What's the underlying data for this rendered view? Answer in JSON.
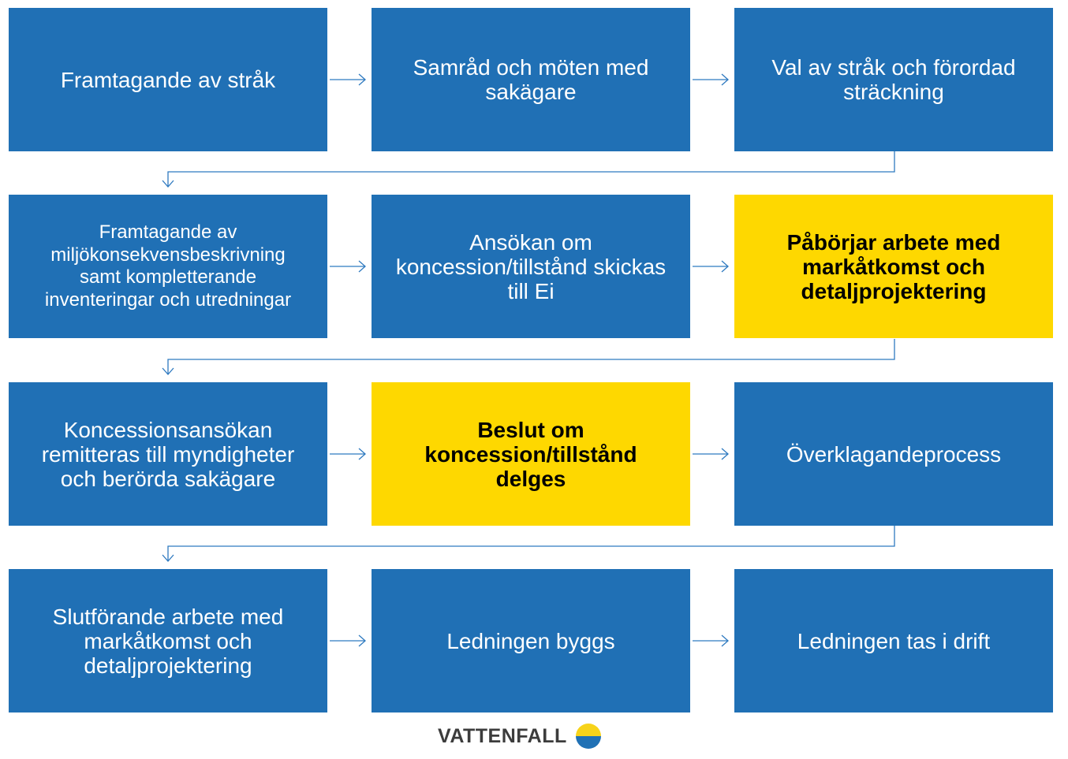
{
  "steps": [
    {
      "text": "Framtagande av stråk",
      "highlight": false
    },
    {
      "text": "Samråd och möten med\nsakägare",
      "highlight": false
    },
    {
      "text": "Val av stråk och förordad\nsträckning",
      "highlight": false
    },
    {
      "text": "Framtagande av\nmiljökonsekvensbeskrivning\nsamt kompletterande\ninventeringar och utredningar",
      "highlight": false
    },
    {
      "text": "Ansökan om\nkoncession/tillstånd skickas\ntill Ei",
      "highlight": false
    },
    {
      "text": "Påbörjar arbete med\nmarkåtkomst och\ndetaljprojektering",
      "highlight": true
    },
    {
      "text": "Koncessionsansökan\nremitteras till myndigheter\noch berörda sakägare",
      "highlight": false
    },
    {
      "text": "Beslut om\nkoncession/tillstånd\ndelges",
      "highlight": true
    },
    {
      "text": "Överklagandeprocess",
      "highlight": false
    },
    {
      "text": "Slutförande arbete med\nmarkåtkomst och\ndetaljprojektering",
      "highlight": false
    },
    {
      "text": "Ledningen byggs",
      "highlight": false
    },
    {
      "text": "Ledningen tas i drift",
      "highlight": false
    }
  ],
  "colors": {
    "box_blue": "#2070b5",
    "box_yellow": "#fed800",
    "connector": "#2f7ac0"
  },
  "logo": {
    "text": "VATTENFALL",
    "icon": "vattenfall-logo-icon"
  }
}
